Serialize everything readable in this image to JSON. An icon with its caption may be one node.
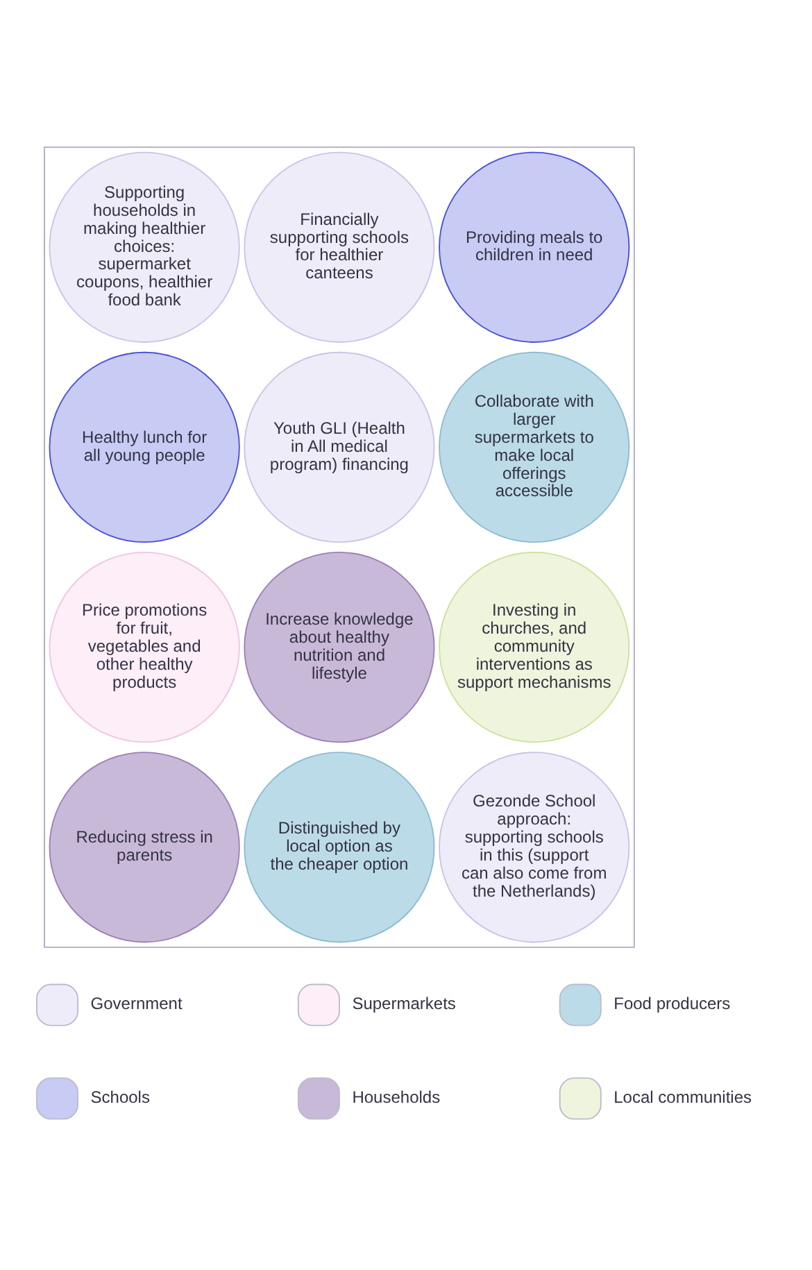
{
  "diagram": {
    "nodes": [
      {
        "text": [],
        "shape": "box"
      },
      {
        "text": [
          "Supporting households in making healthier choices: supermarket coupons, healthier food bank"
        ],
        "in": 0
      },
      {
        "text": [
          "Financially supporting schools for healthier canteens"
        ],
        "in": 0
      },
      {
        "text": [
          "Providing meals to children in need"
        ],
        "in": 0
      },
      {
        "text": [
          "Healthy lunch for all young people"
        ],
        "in": 0
      },
      {
        "text": [
          "Youth GLI (Health in All medical program) financing"
        ],
        "in": 0
      },
      {
        "text": [
          "Collaborate with larger supermarkets to make local offerings accessible"
        ],
        "in": 0
      },
      {
        "text": [
          "Price promotions for fruit, vegetables and other healthy products"
        ],
        "in": 0
      },
      {
        "text": [
          "Increase knowledge about healthy nutrition and lifestyle"
        ],
        "in": 0
      },
      {
        "text": [
          "Investing in churches, and community interventions as support mechanisms"
        ],
        "in": 0
      },
      {
        "text": [
          "Reducing stress in parents"
        ],
        "in": 0
      },
      {
        "text": [
          "Distinguished by local option as the cheaper option"
        ],
        "in": 0
      },
      {
        "text": [
          "Gezonde School approach: supporting schools in this (support can also come from the Netherlands)"
        ],
        "in": 0
      }
    ],
    "edges": [],
    "legend": [
      {
        "text": "Government",
        "color": "#eeecf8"
      },
      {
        "text": "Supermarkets",
        "color": "#fdeef8"
      },
      {
        "text": "Food producers",
        "color": "#bcdbe8"
      },
      {
        "text": "Schools",
        "color": "#c8cbf3"
      },
      {
        "text": "Households",
        "color": "#c9b9d8"
      },
      {
        "text": "Local communities",
        "color": "#eef5dc"
      }
    ]
  }
}
